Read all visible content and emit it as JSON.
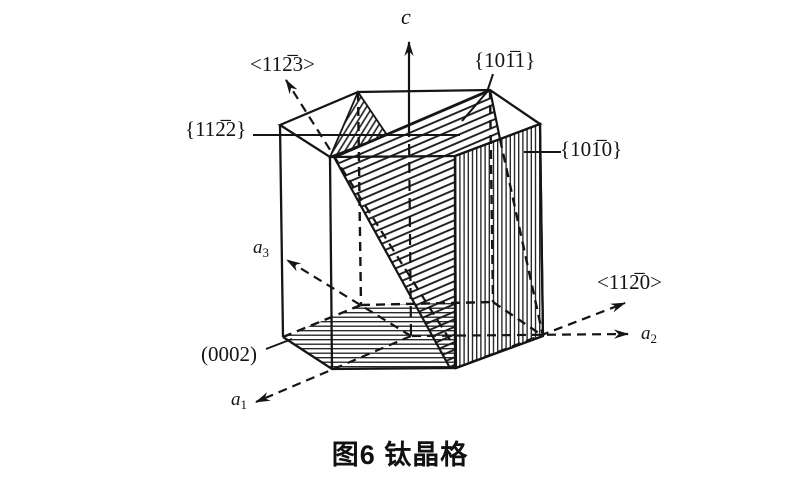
{
  "figure": {
    "caption": "图6 钛晶格"
  },
  "labels": {
    "axis_c": "c",
    "axis_a": "a",
    "axis_a1_sub": "1",
    "axis_a2_sub": "2",
    "axis_a3_sub": "3",
    "dir_1123": "<112̅3>",
    "dir_1120": "<112̅0>",
    "plane_1011": "{101̅1}",
    "plane_1122": "{112̅2}",
    "plane_1010": "{101̅0}",
    "plane_0002": "(0002)"
  },
  "colors": {
    "ink": "#151515",
    "background": "#ffffff"
  }
}
